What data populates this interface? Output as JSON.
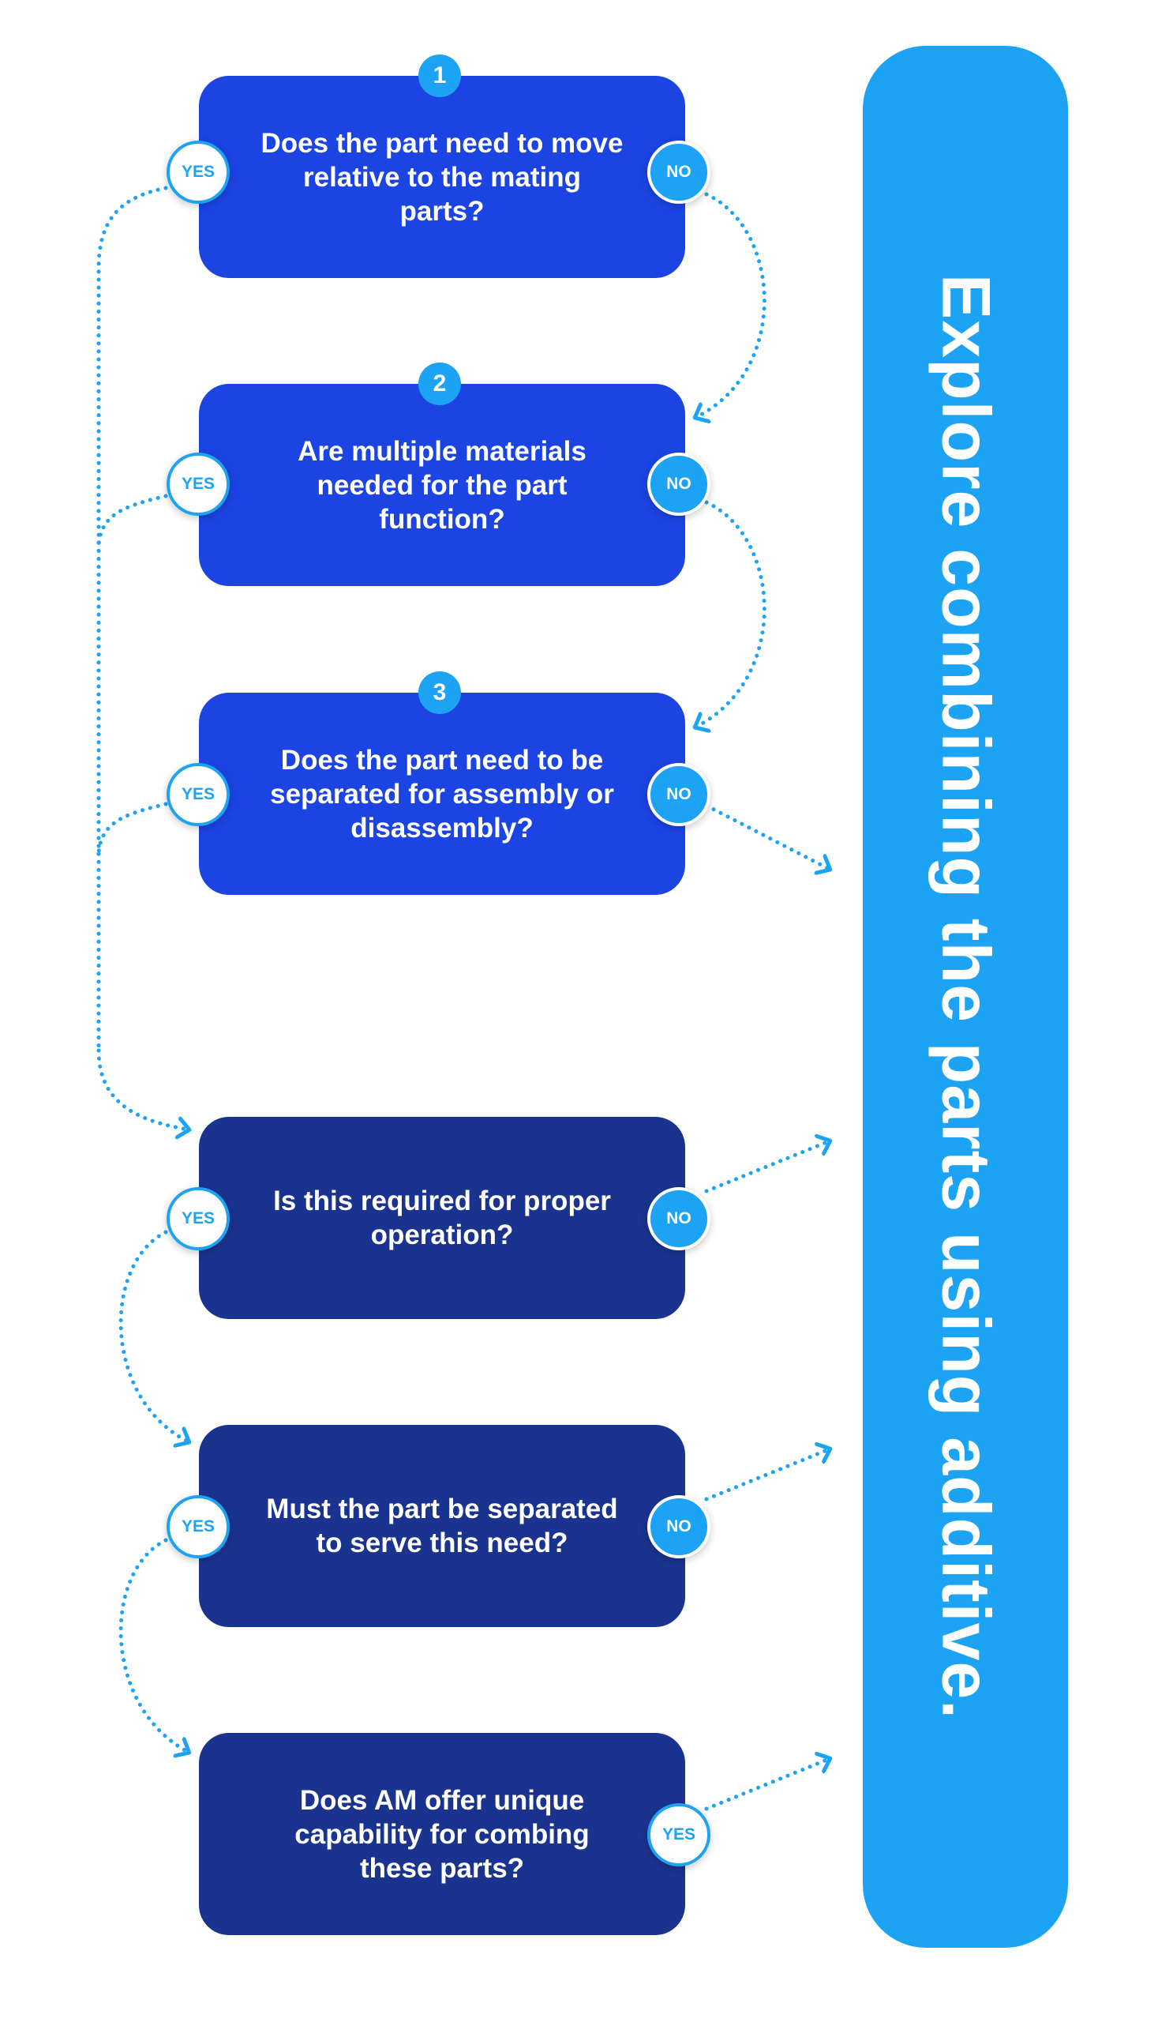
{
  "colors": {
    "box_bright": "#1c44e3",
    "box_dark": "#1a338f",
    "accent": "#1da3f3",
    "background": "#ffffff"
  },
  "steps": [
    {
      "number": "1",
      "question": "Does the part need to move relative to the mating parts?",
      "left_label": "YES",
      "right_label": "NO"
    },
    {
      "number": "2",
      "question": "Are multiple materials needed for the part function?",
      "left_label": "YES",
      "right_label": "NO"
    },
    {
      "number": "3",
      "question": "Does the part need to be separated for assembly or disassembly?",
      "left_label": "YES",
      "right_label": "NO"
    },
    {
      "number": "",
      "question": "Is this required for proper operation?",
      "left_label": "YES",
      "right_label": "NO"
    },
    {
      "number": "",
      "question": "Must the part be separated to serve this need?",
      "left_label": "YES",
      "right_label": "NO"
    },
    {
      "number": "",
      "question": "Does AM offer unique capability for combing these parts?",
      "left_label": "",
      "right_label": "YES"
    }
  ],
  "result": {
    "text": "Explore combining the parts using additive."
  }
}
